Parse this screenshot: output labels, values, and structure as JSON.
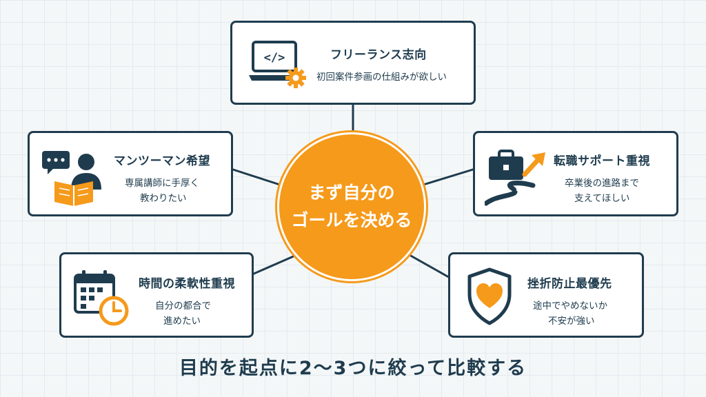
{
  "center": {
    "line1": "まず自分の",
    "line2": "ゴールを決める"
  },
  "nodes": {
    "freelance": {
      "title": "フリーランス志向",
      "desc": "初回案件参画の仕組みが欲しい",
      "icon": "laptop-code-gear-icon"
    },
    "mentor": {
      "title": "マンツーマン希望",
      "desc_line1": "専属講師に手厚く",
      "desc_line2": "教わりたい",
      "icon": "mentor-book-chat-icon"
    },
    "career": {
      "title": "転職サポート重視",
      "desc_line1": "卒業後の進路まで",
      "desc_line2": "支えてほしい",
      "icon": "briefcase-road-arrow-icon"
    },
    "schedule": {
      "title": "時間の柔軟性重視",
      "desc_line1": "自分の都合で",
      "desc_line2": "進めたい",
      "icon": "calendar-clock-icon"
    },
    "retention": {
      "title": "挫折防止最優先",
      "desc_line1": "途中でやめないか",
      "desc_line2": "不安が強い",
      "icon": "shield-heart-icon"
    }
  },
  "footer": "目的を起点に2〜3つに絞って比較する",
  "colors": {
    "navy": "#1f3c4e",
    "orange": "#f59a1b",
    "background": "#f4f7f8"
  }
}
